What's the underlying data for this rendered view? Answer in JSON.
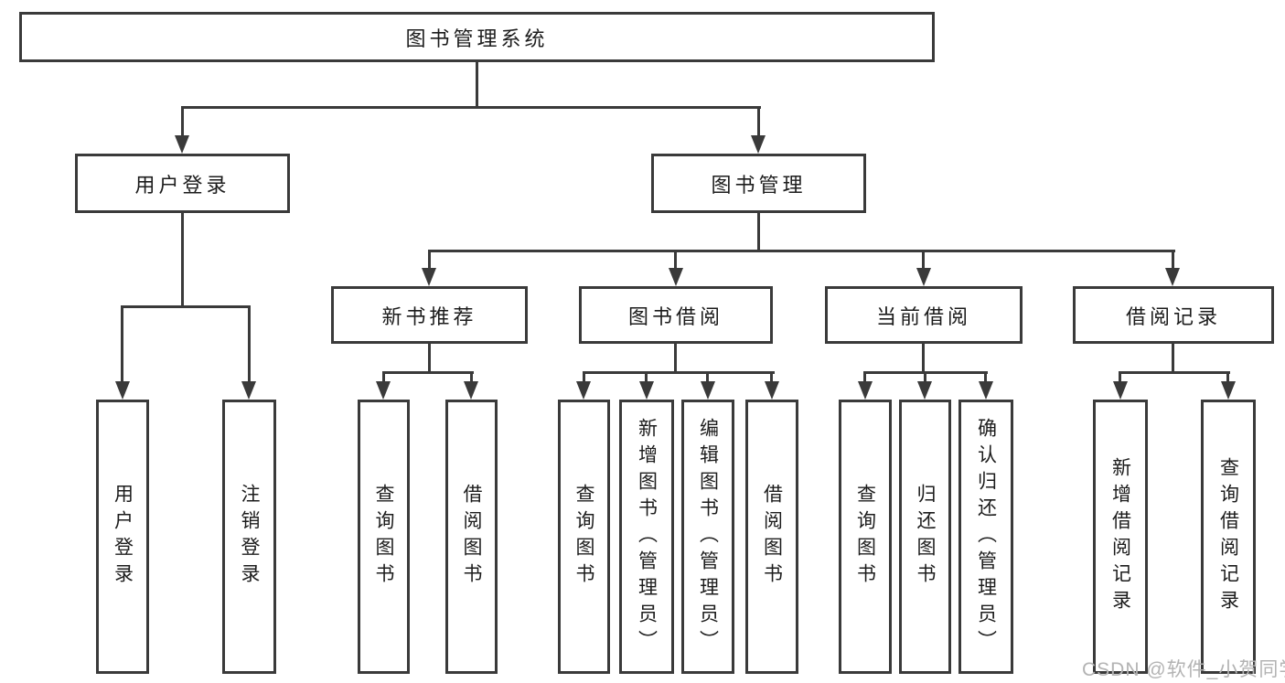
{
  "diagram": {
    "title": "图书管理系统",
    "level2": [
      "用户登录",
      "图书管理"
    ],
    "level3": [
      "新书推荐",
      "图书借阅",
      "当前借阅",
      "借阅记录"
    ],
    "leaves_user": [
      "用户登录",
      "注销登录"
    ],
    "leaves_new_book": [
      "查询图书",
      "借阅图书"
    ],
    "leaves_book_borrow": [
      "查询图书",
      "新增图书（管理员）",
      "编辑图书（管理员）",
      "借阅图书"
    ],
    "leaves_current_borrow": [
      "查询图书",
      "归还图书",
      "确认归还（管理员）"
    ],
    "leaves_borrow_record": [
      "新增借阅记录",
      "查询借阅记录"
    ],
    "watermark": "CSDN @软件_小贺同学",
    "colors": {
      "line": "#3a3a3a",
      "text": "#1c1c1c",
      "watermark": "#b3b3b3",
      "background": "#ffffff"
    }
  }
}
